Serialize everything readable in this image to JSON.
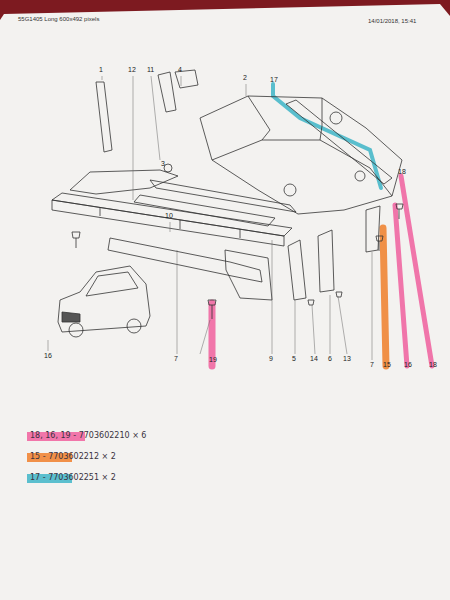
{
  "diagram": {
    "labels": [
      "55G1405 Long 600x492 pixels",
      "14/01/2018, 15:41",
      "1",
      "12",
      "11",
      "4",
      "2",
      "17",
      "18",
      "10",
      "3",
      "16",
      "7",
      "19",
      "9",
      "5",
      "14",
      "6",
      "13",
      "7",
      "15",
      "16",
      "18"
    ],
    "legend": [
      {
        "text": "18, 16, 19 - 7703602210 × 6",
        "color": "#f0609e"
      },
      {
        "text": "15 - 7703602212 × 2",
        "color": "#f07f2a"
      },
      {
        "text": "17 - 7703602251 × 2",
        "color": "#3fb6c8"
      }
    ]
  }
}
